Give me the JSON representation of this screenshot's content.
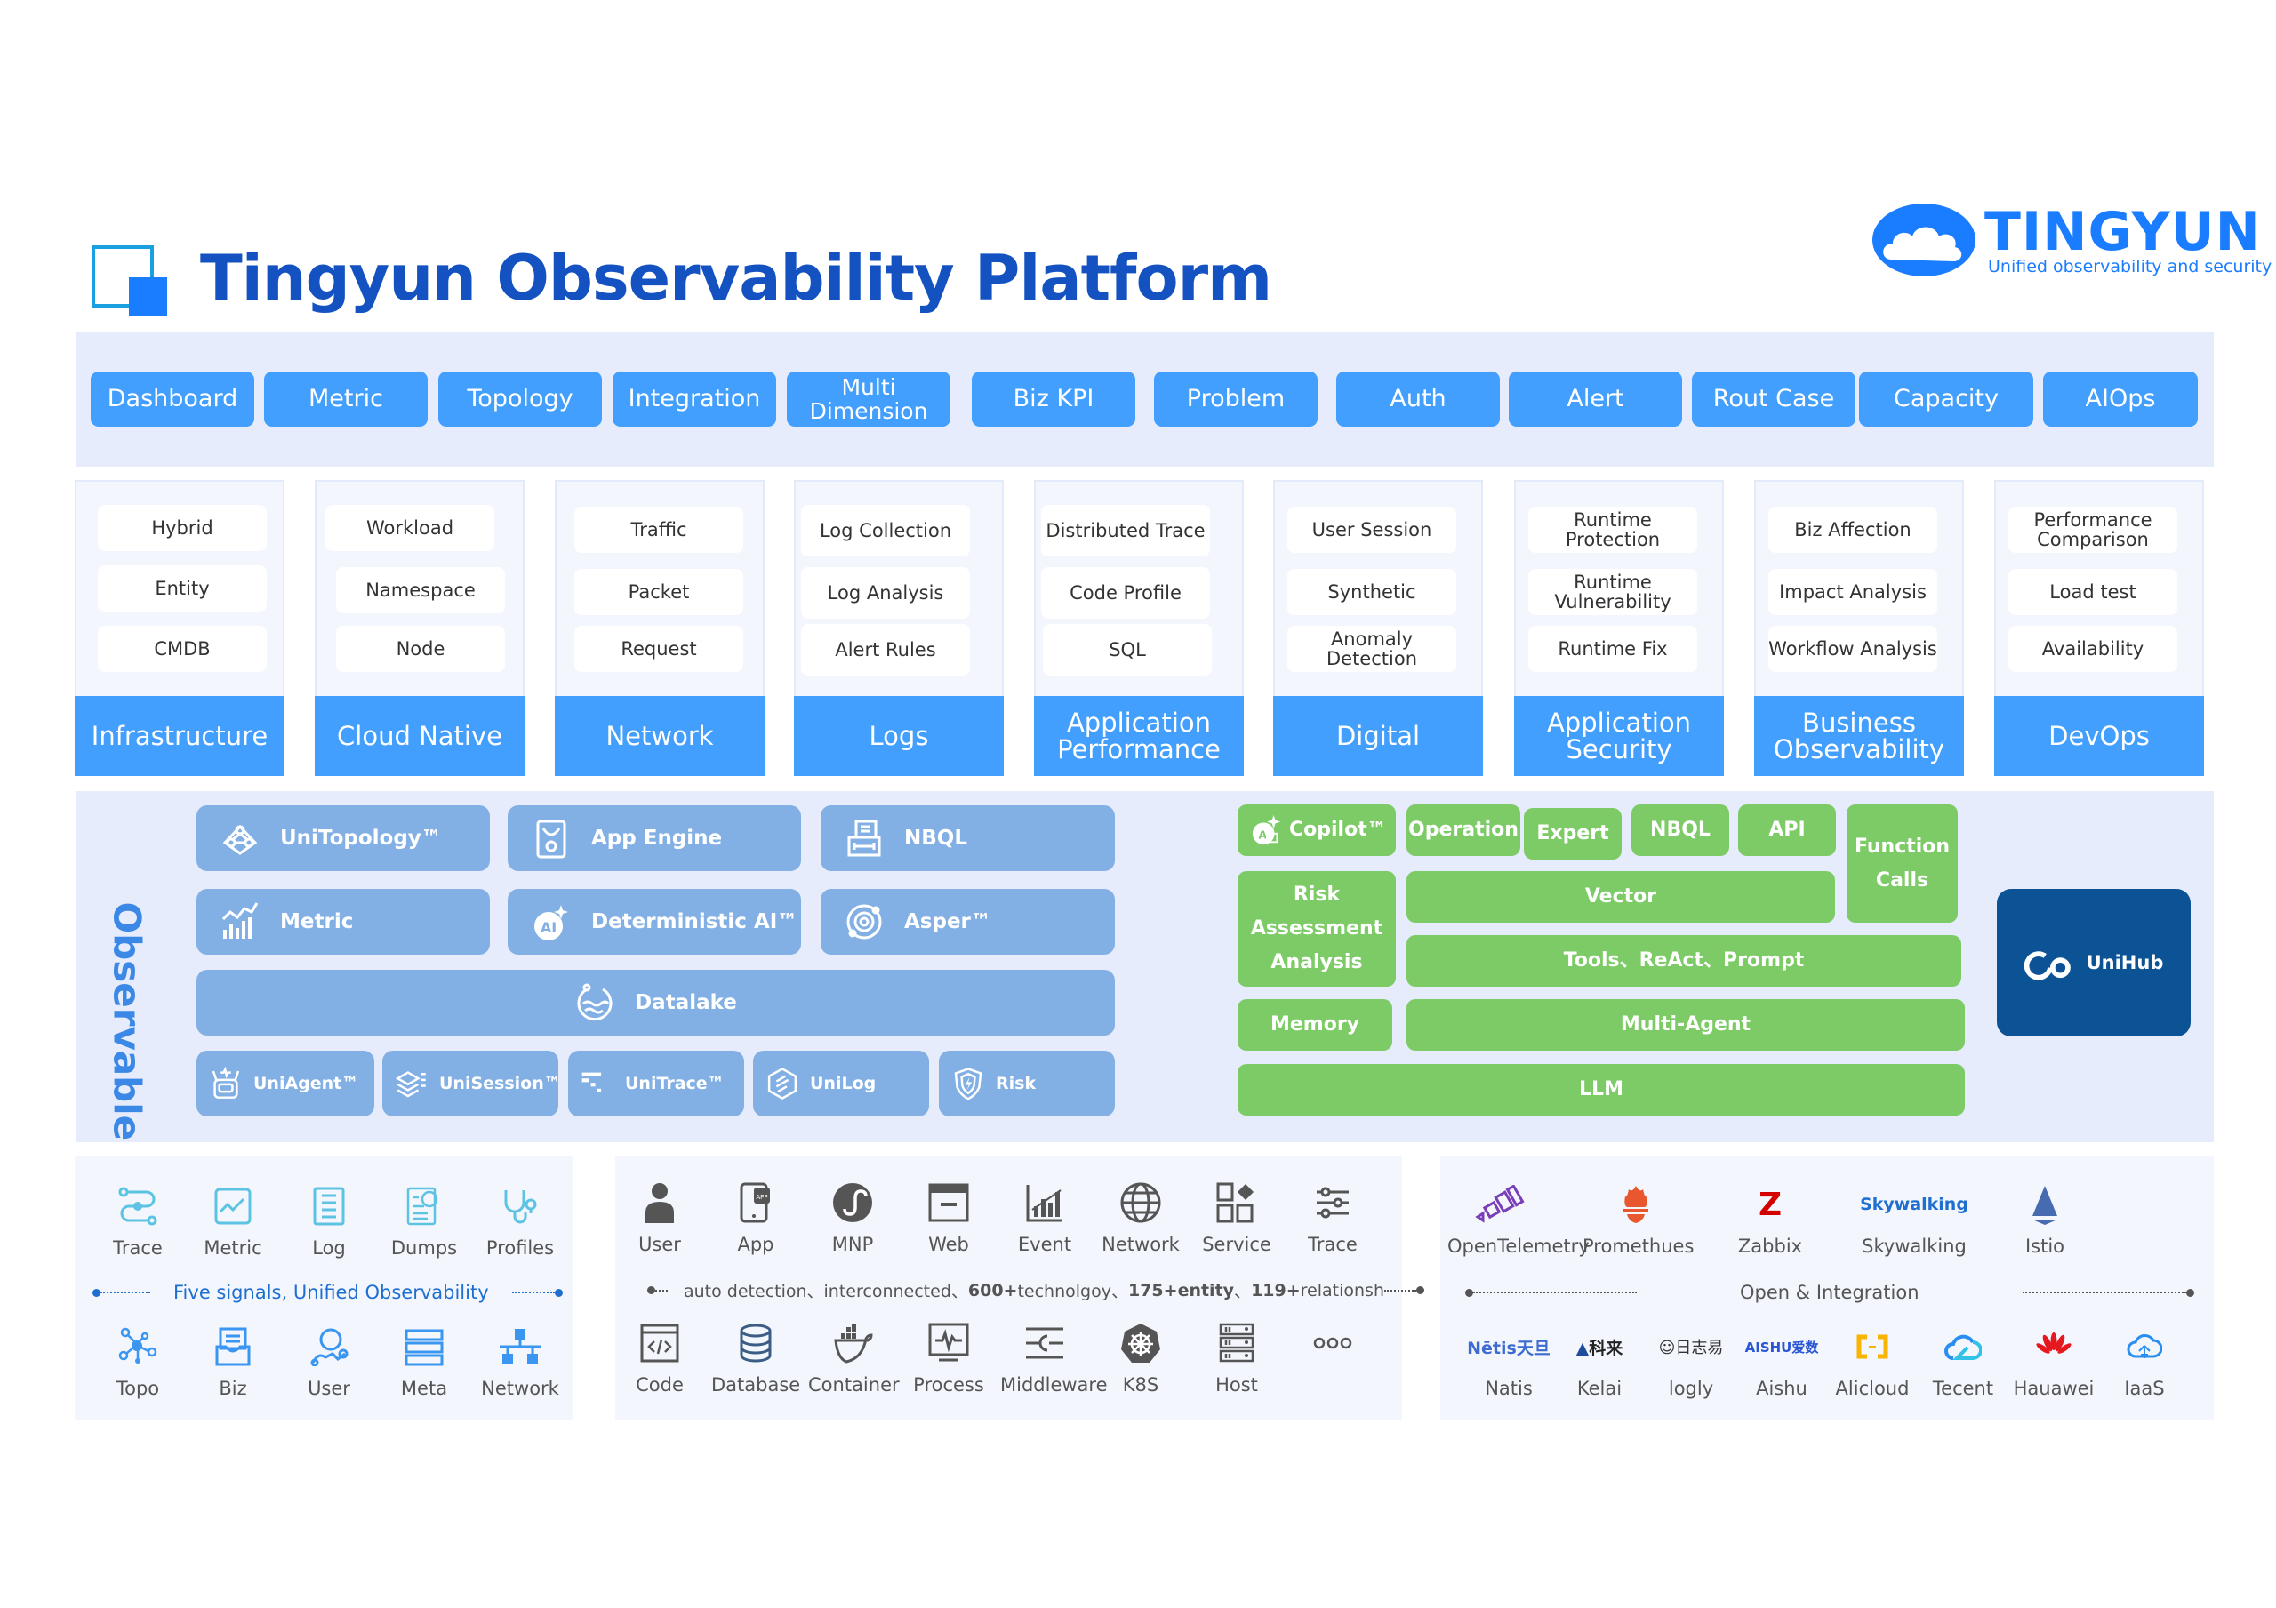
{
  "title": "Tingyun Observability Platform",
  "brand": {
    "name": "TINGYUN",
    "tagline": "Unified observability and security",
    "color": "#1a7cff"
  },
  "colors": {
    "primary_blue": "#429ffe",
    "title_blue": "#1452c2",
    "observable_blue": "#82b0e4",
    "ai_green": "#7dcb66",
    "unihub_navy": "#0c5395",
    "band_bg": "#e6ecfb"
  },
  "header_buttons": [
    "Dashboard",
    "Metric",
    "Topology",
    "Integration",
    "Multi Dimension",
    "Biz KPI",
    "Problem",
    "Auth",
    "Alert",
    "Rout Case",
    "Capacity",
    "AIOps"
  ],
  "modules": [
    {
      "label": "Infrastructure",
      "items": [
        "Hybrid",
        "Entity",
        "CMDB"
      ]
    },
    {
      "label": "Cloud Native",
      "items": [
        "Workload",
        "Namespace",
        "Node"
      ]
    },
    {
      "label": "Network",
      "items": [
        "Traffic",
        "Packet",
        "Request"
      ]
    },
    {
      "label": "Logs",
      "items": [
        "Log Collection",
        "Log Analysis",
        "Alert Rules"
      ]
    },
    {
      "label": "Application Performance",
      "items": [
        "Distributed Trace",
        "Code Profile",
        "SQL"
      ]
    },
    {
      "label": "Digital",
      "items": [
        "User Session",
        "Synthetic",
        "Anomaly Detection"
      ]
    },
    {
      "label": "Application Security",
      "items": [
        "Runtime Protection",
        "Runtime Vulnerability",
        "Runtime Fix"
      ]
    },
    {
      "label": "Business Observability",
      "items": [
        "Biz Affection",
        "Impact Analysis",
        "Workflow Analysis"
      ]
    },
    {
      "label": "DevOps",
      "items": [
        "Performance Comparison",
        "Load test",
        "Availability"
      ]
    }
  ],
  "observable": {
    "label": "Observable",
    "engines": [
      "UniTopology™",
      "App Engine",
      "NBQL",
      "Metric",
      "Deterministic AI™",
      "Asper™",
      "Datalake"
    ],
    "agents": [
      "UniAgent™",
      "UniSession™",
      "UniTrace™",
      "UniLog",
      "Risk"
    ]
  },
  "ai_stack": {
    "top": [
      "Copilot™",
      "Operation",
      "Expert",
      "NBQL",
      "API"
    ],
    "function_calls": "Function Calls",
    "risk": "Risk Assessment Analysis",
    "vector": "Vector",
    "tools": "Tools、ReAct、Prompt",
    "memory": "Memory",
    "multi_agent": "Multi-Agent",
    "llm": "LLM"
  },
  "unihub": "UniHub",
  "signals": {
    "top": [
      "Trace",
      "Metric",
      "Log",
      "Dumps",
      "Profiles"
    ],
    "caption": "Five signals, Unified Observability",
    "bottom": [
      "Topo",
      "Biz",
      "User",
      "Meta",
      "Network"
    ]
  },
  "entities": {
    "top": [
      "User",
      "App",
      "MNP",
      "Web",
      "Event",
      "Network",
      "Service",
      "Trace"
    ],
    "caption": {
      "part1": "auto detection、interconnected、",
      "n1": "600+",
      "part2": "technolgoy、",
      "n2": "175+entity",
      "part3": "、",
      "n3": "119+",
      "part4": "relationsh"
    },
    "bottom": [
      "Code",
      "Database",
      "Container",
      "Process",
      "Middleware",
      "K8S",
      "Host"
    ]
  },
  "integrations": {
    "top": [
      "OpenTelemetry",
      "Promethues",
      "Zabbix",
      "Skywalking",
      "Istio"
    ],
    "caption": "Open & Integration",
    "bottom": [
      "Natis",
      "Kelai",
      "logly",
      "Aishu",
      "Alicloud",
      "Tecent",
      "Hauawei",
      "IaaS"
    ],
    "logo_text": {
      "skywalking": "Skywalking",
      "zabbix": "Z",
      "netis": "Nētis天旦",
      "kelai": "科来",
      "rizhiyi": "日志易",
      "aishu": "AISHU爱数"
    }
  }
}
